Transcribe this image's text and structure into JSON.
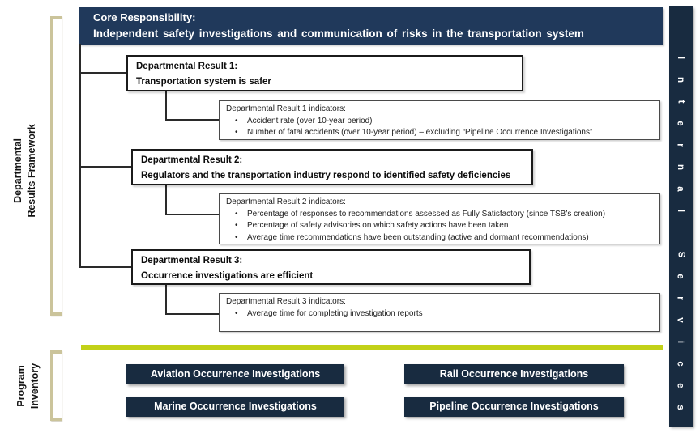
{
  "colors": {
    "navy": "#20395B",
    "dark_navy": "#182B40",
    "chartreuse": "#C2D118",
    "bracket_tan": "#CBC49B"
  },
  "header": {
    "line1": "Core Responsibility:",
    "line2": "Independent safety investigations and communication of risks in the transportation system"
  },
  "left_labels": {
    "drf_line1": "Departmental",
    "drf_line2": "Results Framework",
    "pi_line1": "Program",
    "pi_line2": "Inventory"
  },
  "internal_services": {
    "label": "Internal Services"
  },
  "results": [
    {
      "title": "Departmental Result 1:",
      "subtitle": "Transportation system is safer",
      "indicators_title": "Departmental Result 1 indicators:",
      "indicators": [
        "Accident rate (over 10-year period)",
        "Number of fatal accidents (over 10-year period) – excluding “Pipeline Occurrence Investigations”"
      ]
    },
    {
      "title": "Departmental Result 2:",
      "subtitle": "Regulators and the transportation industry respond to identified safety deficiencies",
      "indicators_title": "Departmental Result 2 indicators:",
      "indicators": [
        "Percentage of responses to recommendations assessed as Fully Satisfactory (since TSB’s creation)",
        "Percentage of safety advisories on which safety actions have been taken",
        "Average time recommendations have been outstanding (active and dormant recommendations)"
      ]
    },
    {
      "title": "Departmental Result 3:",
      "subtitle": "Occurrence investigations are efficient",
      "indicators_title": "Departmental Result 3 indicators:",
      "indicators": [
        "Average time for completing investigation reports"
      ]
    }
  ],
  "programs": [
    "Aviation Occurrence Investigations",
    "Rail Occurrence Investigations",
    "Marine Occurrence Investigations",
    "Pipeline Occurrence Investigations"
  ]
}
